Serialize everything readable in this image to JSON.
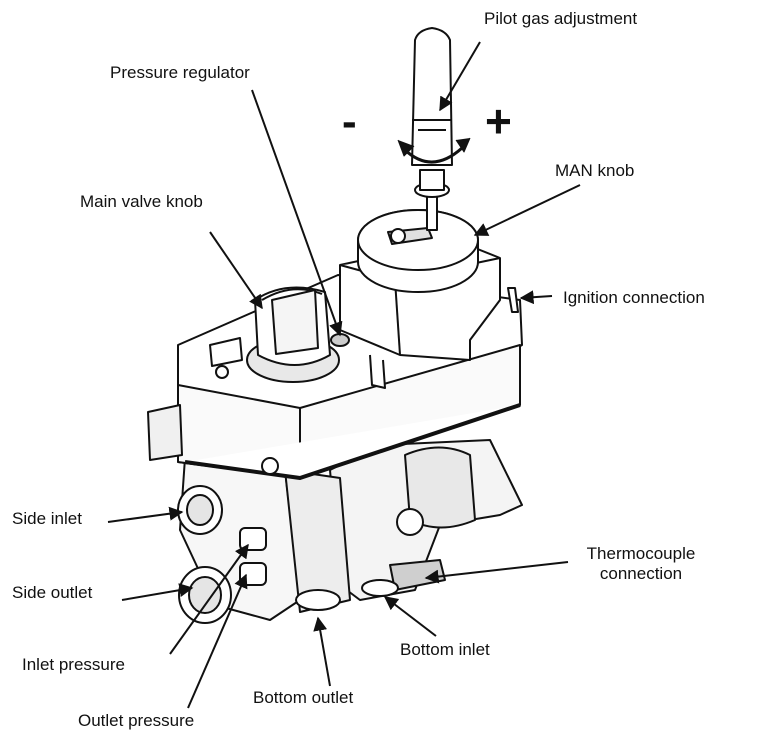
{
  "labels": {
    "pilot_gas_adjustment": "Pilot gas adjustment",
    "pressure_regulator": "Pressure regulator",
    "man_knob": "MAN knob",
    "main_valve_knob": "Main valve knob",
    "ignition_connection": "Ignition connection",
    "side_inlet": "Side inlet",
    "side_outlet": "Side outlet",
    "thermocouple_connection_line1": "Thermocouple",
    "thermocouple_connection_line2": "connection",
    "bottom_inlet": "Bottom inlet",
    "inlet_pressure": "Inlet pressure",
    "bottom_outlet": "Bottom outlet",
    "outlet_pressure": "Outlet pressure"
  },
  "symbols": {
    "minus": "-",
    "plus": "+"
  },
  "colors": {
    "line": "#111111",
    "body_fill": "#ffffff",
    "shade": "#d9d9d9",
    "dark": "#555555"
  }
}
